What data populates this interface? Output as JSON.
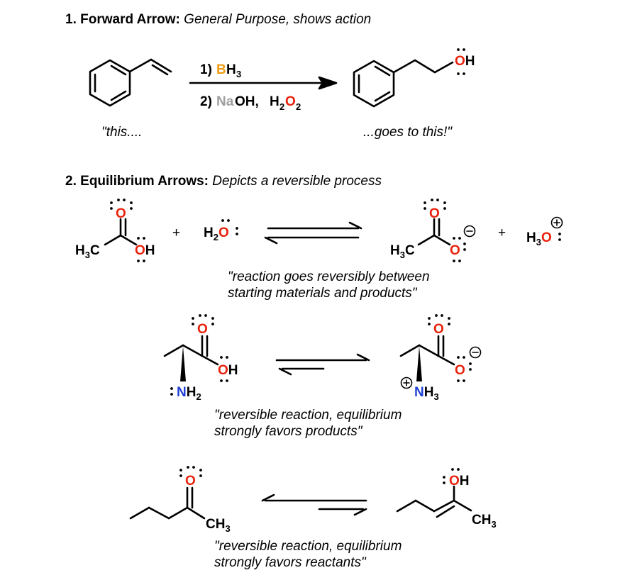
{
  "section1": {
    "number": "1.",
    "title": "Forward Arrow:",
    "description": "General Purpose, shows action",
    "reagent1": {
      "step": "1)",
      "element": "B",
      "subscript": "3",
      "element_color": "#f39c12"
    },
    "reagent2": {
      "step": "2)",
      "na": "Na",
      "oh": "OH,",
      "h": "H",
      "h_sub": "2",
      "o": "O",
      "o_sub": "2",
      "na_color": "#9e9e9e",
      "o_color": "#e8220c"
    },
    "product_label": "OH",
    "caption_left": "\"this....",
    "caption_right": "...goes to this!\""
  },
  "section2": {
    "number": "2.",
    "title": "Equilibrium Arrows:",
    "description": "Depicts a reversible process",
    "row1": {
      "plus": "+",
      "acetic_o": "O",
      "acetic_oh": "OH",
      "acetic_h3c": "H",
      "acetic_h3c_sub": "3",
      "acetic_c": "C",
      "water_h": "H",
      "water_sub": "2",
      "water_o": "O",
      "acetate_o_top": "O",
      "acetate_o": "O",
      "acetate_h3c": "H",
      "acetate_h3c_sub": "3",
      "acetate_c": "C",
      "hydronium_h": "H",
      "hydronium_sub": "3",
      "hydronium_o": "O",
      "caption": "\"reaction goes reversibly between starting materials and products\""
    },
    "row2": {
      "o_top": "O",
      "oh": "OH",
      "n": "N",
      "nh2_h": "H",
      "nh2_sub": "2",
      "o_top_r": "O",
      "o_r": "O",
      "n_r": "N",
      "nh3_h": "H",
      "nh3_sub": "3",
      "caption": "\"reversible reaction, equilibrium strongly favors products\""
    },
    "row3": {
      "o": "O",
      "ch": "CH",
      "ch_sub": "3",
      "oh_r": "OH",
      "ch_r": "CH",
      "ch_r_sub": "3",
      "caption": "\"reversible reaction, equilibrium strongly favors reactants\""
    }
  },
  "colors": {
    "oxygen": "#e8220c",
    "nitrogen": "#1f3fd6",
    "boron": "#f39c12",
    "sodium": "#9e9e9e"
  }
}
